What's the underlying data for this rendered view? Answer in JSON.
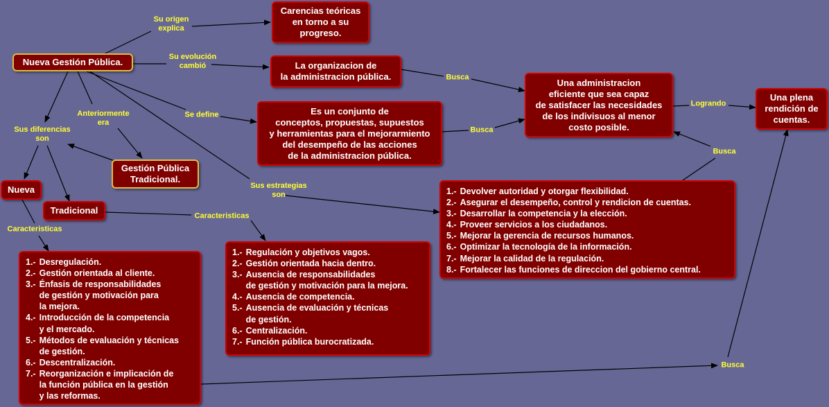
{
  "colors": {
    "background": "#676796",
    "node_fill": "#800000",
    "node_border": "#d20000",
    "label_text": "#ffff33",
    "edge": "#000000"
  },
  "nodes": {
    "nueva_gestion": "Nueva Gestión Pública.",
    "carencias": "Carencias teóricas\nen torno a su\nprogreso.",
    "organizacion": "La organizacion de\nla administracion pública.",
    "conjunto": "Es un conjunto de\nconceptos, propuestas, supuestos\ny herramientas para el mejorarmiento\ndel desempeño de las acciones\nde la administracion pública.",
    "administracion": "Una administracion\neficiente que sea capaz\nde satisfacer las necesidades\nde los indivisuos al menor\ncosto posible.",
    "rendicion": "Una plena\nrendición de\ncuentas.",
    "gestion_tradicional": "Gestión Pública\nTradicional.",
    "nueva": "Nueva",
    "tradicional": "Tradicional"
  },
  "lists": {
    "nueva_caracteristicas": [
      {
        "num": "1.-",
        "text": "Desregulación."
      },
      {
        "num": "2.-",
        "text": "Gestión orientada al cliente."
      },
      {
        "num": "3.-",
        "text": "Énfasis de responsabilidades\nde gestión y motivación para\nla mejora."
      },
      {
        "num": "4.-",
        "text": "Introducción de la competencia\ny el mercado."
      },
      {
        "num": "5.-",
        "text": "Métodos de evaluación y técnicas\nde gestión."
      },
      {
        "num": "6.-",
        "text": "Descentralización."
      },
      {
        "num": "7.-",
        "text": "Reorganización e implicación de\nla función pública en la gestión\ny las reformas."
      }
    ],
    "tradicional_caracteristicas": [
      {
        "num": "1.-",
        "text": "Regulación y objetivos vagos."
      },
      {
        "num": "2.-",
        "text": "Gestión orientada hacia dentro."
      },
      {
        "num": "3.-",
        "text": "Ausencia de responsabilidades\nde gestión y motivación para la mejora."
      },
      {
        "num": "4.-",
        "text": "Ausencia de competencia."
      },
      {
        "num": "5.-",
        "text": "Ausencia de evaluación y técnicas\nde gestión."
      },
      {
        "num": "6.-",
        "text": "Centralización."
      },
      {
        "num": "7.-",
        "text": "Función pública burocratizada."
      }
    ],
    "estrategias": [
      {
        "num": "1.-",
        "text": "Devolver autoridad y otorgar flexibilidad."
      },
      {
        "num": "2.-",
        "text": "Asegurar el desempeño, control y rendicion de cuentas."
      },
      {
        "num": "3.-",
        "text": "Desarrollar la competencia y la elección."
      },
      {
        "num": "4.-",
        "text": "Proveer servicios a los ciudadanos."
      },
      {
        "num": "5.-",
        "text": "Mejorar la gerencia de recursos humanos."
      },
      {
        "num": "6.-",
        "text": "Optimizar la tecnología de la información."
      },
      {
        "num": "7.-",
        "text": "Mejorar la calidad de la regulación."
      },
      {
        "num": "8.-",
        "text": "Fortalecer las funciones de direccion del gobierno central."
      }
    ]
  },
  "labels": {
    "su_origen": "Su origen\nexplica",
    "su_evolucion": "Su evolución\ncambió",
    "se_define": "Se define",
    "anteriormente": "Anteriormente\nera",
    "sus_diferencias": "Sus diferencias\nson",
    "sus_estrategias": "Sus estrategias\nson",
    "busca_1": "Busca",
    "busca_2": "Busca",
    "busca_3": "Busca",
    "busca_4": "Busca",
    "logrando": "Logrando",
    "caracteristicas_nueva": "Caracteristicas",
    "caracteristicas_tradicional": "Caracteristicas"
  }
}
